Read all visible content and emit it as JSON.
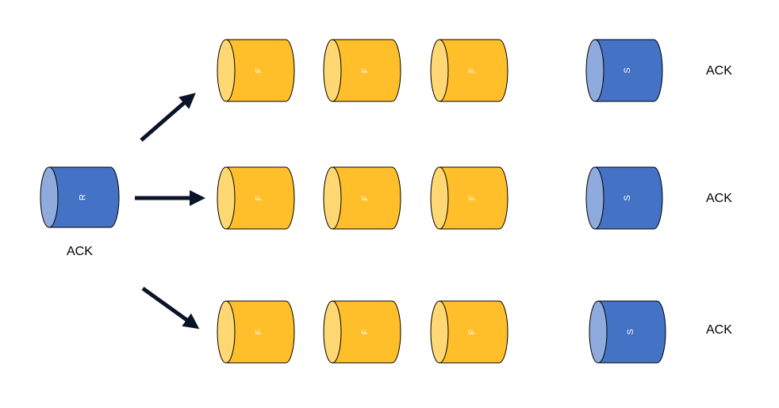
{
  "colors": {
    "follower_body": "#FFBF2B",
    "follower_face": "#FFD873",
    "replica_body": "#4472C4",
    "replica_face": "#8FAADC",
    "outline": "#000000",
    "arrow": "#0A1429"
  },
  "source": {
    "label": "R",
    "ack": "ACK"
  },
  "rows": [
    {
      "followers": [
        "F",
        "F",
        "F"
      ],
      "sink": "S",
      "ack": "ACK"
    },
    {
      "followers": [
        "F",
        "F",
        "F"
      ],
      "sink": "S",
      "ack": "ACK"
    },
    {
      "followers": [
        "F",
        "F",
        "F"
      ],
      "sink": "S",
      "ack": "ACK"
    }
  ]
}
